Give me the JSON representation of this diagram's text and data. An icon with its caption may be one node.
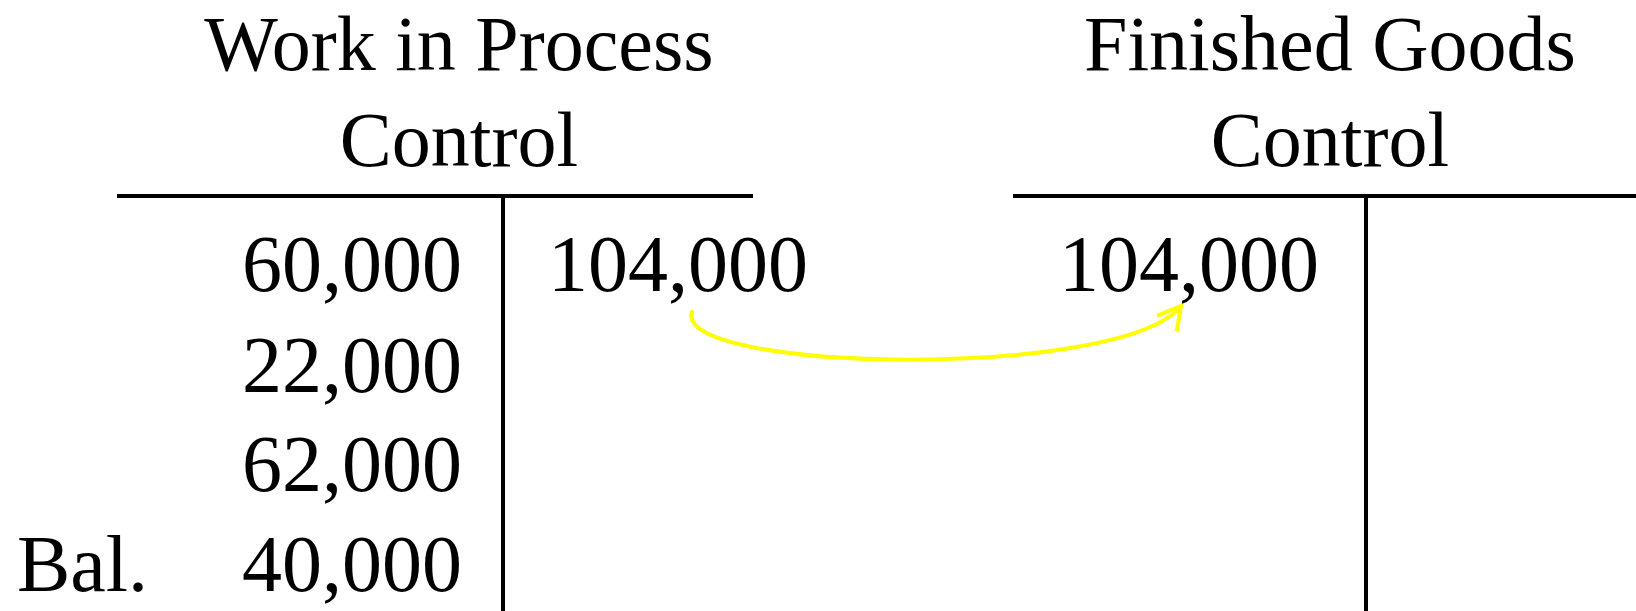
{
  "diagram": {
    "nodes": [
      {
        "text": [
          "104,000"
        ]
      },
      {
        "text": [
          "104,000"
        ]
      }
    ],
    "edges": [
      {
        "from": 0,
        "to": 1,
        "arrow": "to",
        "color": "#ffff00"
      }
    ],
    "labels": [
      "Work in Process Control",
      "Finished Goods Control",
      "60,000",
      "22,000",
      "62,000",
      "Bal.",
      "40,000"
    ]
  }
}
